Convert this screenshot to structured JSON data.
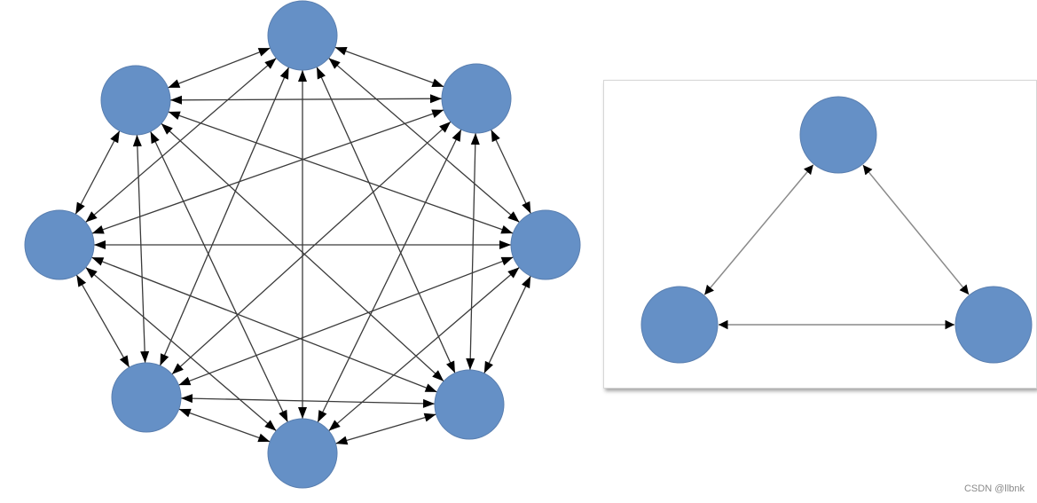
{
  "colors": {
    "node_fill": "#6590c6",
    "node_stroke": "#5a7fb0",
    "edge": "#3a3a3a",
    "arrow": "#000000",
    "panel_edge": "#8a8a8a"
  },
  "graphs": [
    {
      "name": "complete-directed-graph",
      "node_count": 8,
      "edges": "all-pairs",
      "directed": true
    },
    {
      "name": "triangle-bidirectional-graph",
      "node_count": 3,
      "edges": [
        [
          0,
          1
        ],
        [
          0,
          2
        ],
        [
          1,
          2
        ]
      ],
      "directed": true,
      "bidirectional": true
    }
  ],
  "watermark": "CSDN @llbnk"
}
